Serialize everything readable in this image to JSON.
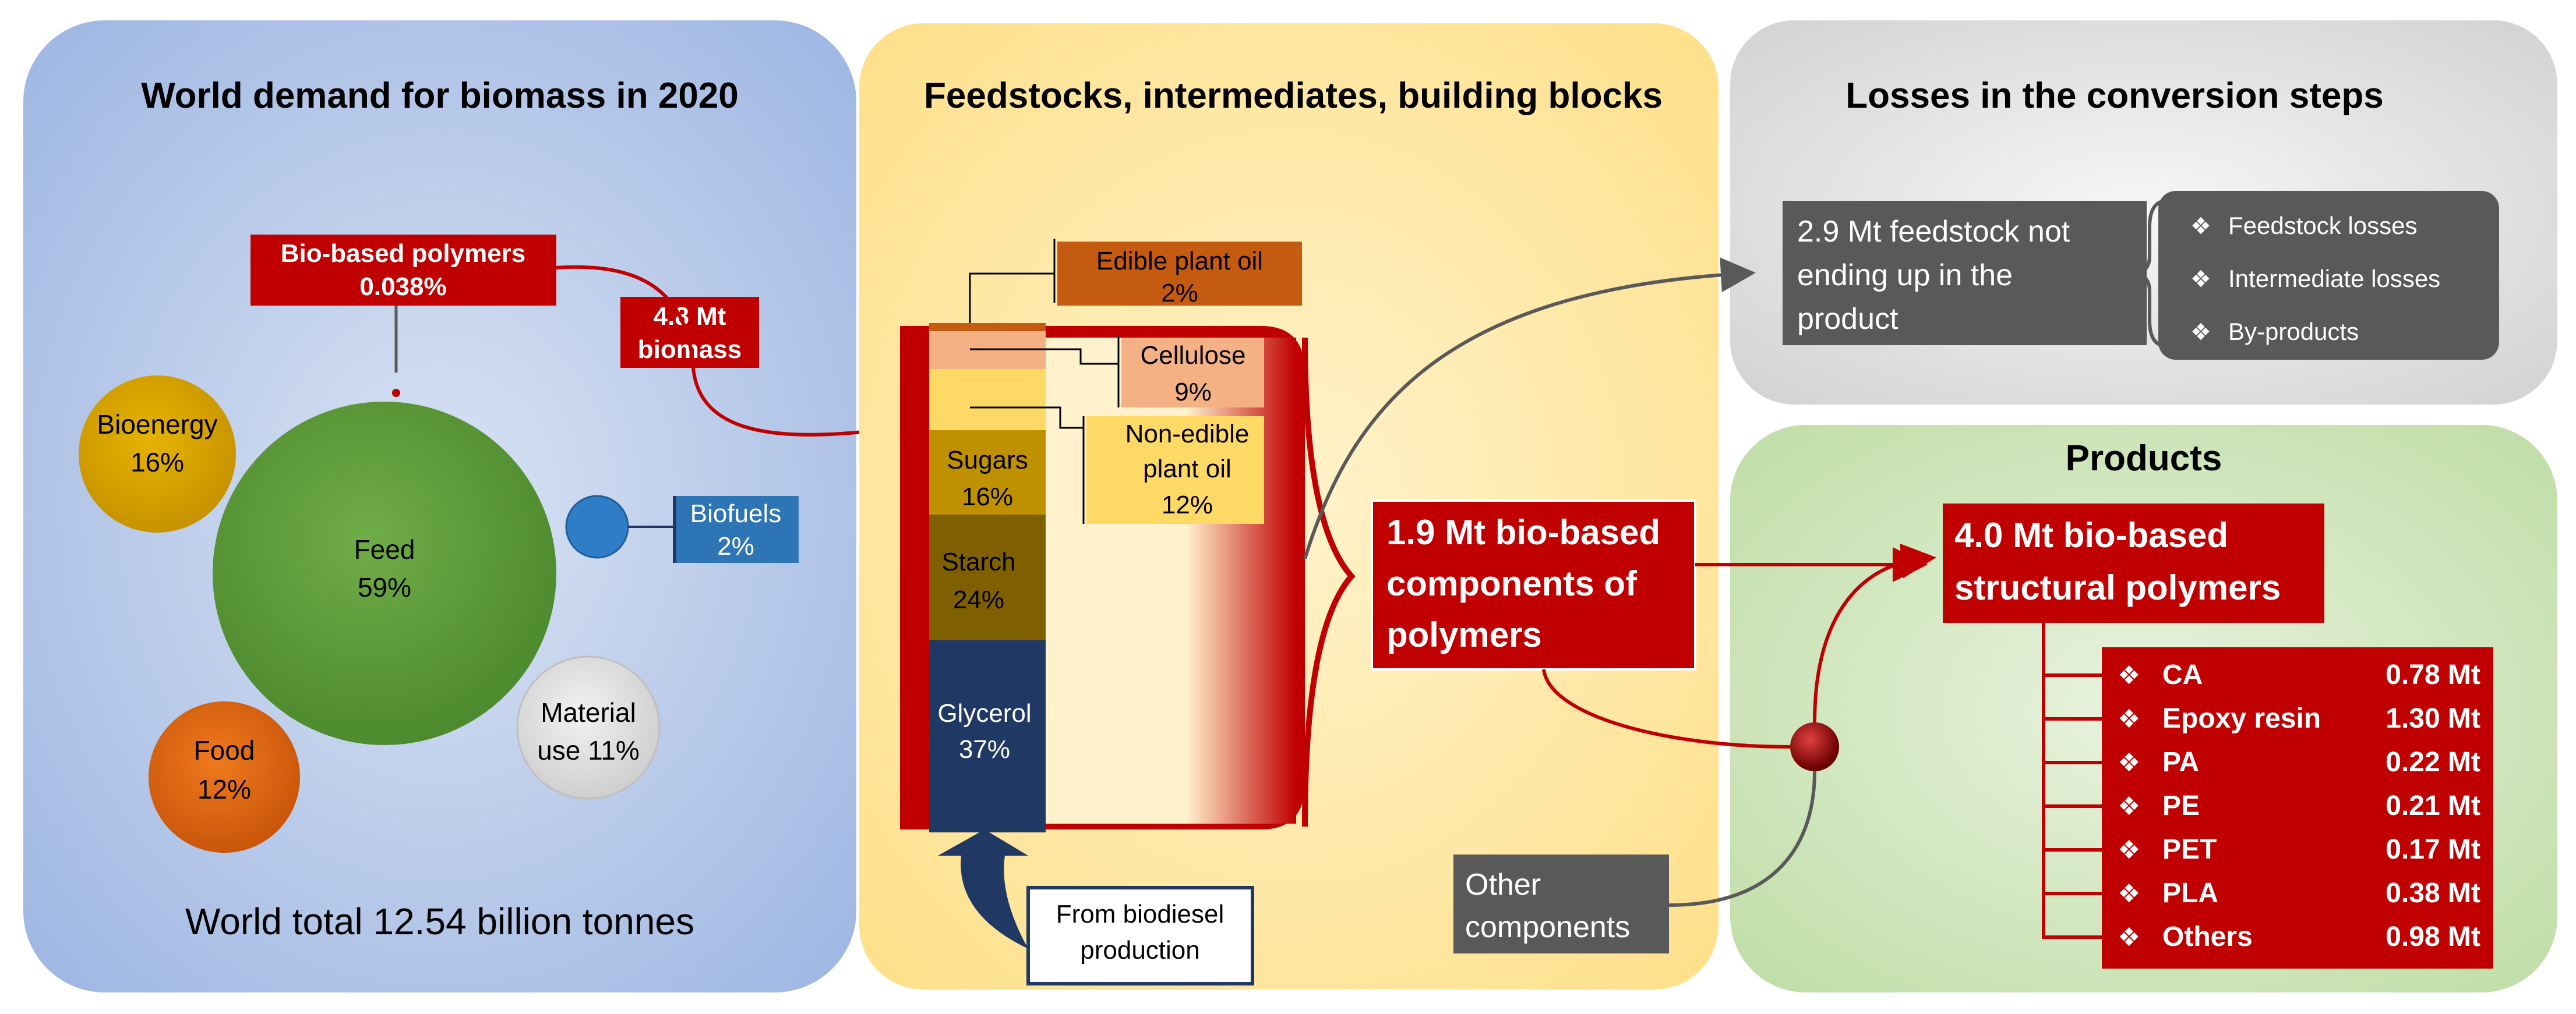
{
  "panels": {
    "demand": {
      "title": "World demand for biomass in 2020",
      "total": "World total 12.54 billion tonnes",
      "bubbles": [
        {
          "label": "Bioenergy",
          "value": "16%",
          "color": "#D9A400"
        },
        {
          "label": "Feed",
          "value": "59%",
          "color": "#5B9B3A"
        },
        {
          "label": "Food",
          "value": "12%",
          "color": "#E2680E"
        },
        {
          "label": "Material",
          "value": "use 11%",
          "color": "#D9D9D9"
        },
        {
          "label": "Biofuels",
          "value": "2%",
          "color": "#2E7DC6"
        }
      ],
      "bio_polymers": {
        "label": "Bio-based polymers",
        "value": "0.038%"
      },
      "biomass": {
        "line1": "4.8 Mt",
        "line2": "biomass"
      }
    },
    "feedstocks": {
      "title": "Feedstocks, intermediates, building blocks",
      "segments": [
        {
          "label": "Edible plant oil",
          "value": "2%",
          "color": "#C55A11"
        },
        {
          "label": "Cellulose",
          "value": "9%",
          "color": "#F4B183"
        },
        {
          "label": "Non-edible",
          "label2": "plant oil",
          "value": "12%",
          "color": "#FFD966"
        },
        {
          "label": "Sugars",
          "value": "16%",
          "color": "#BF9000"
        },
        {
          "label": "Starch",
          "value": "24%",
          "color": "#7F6000"
        },
        {
          "label": "Glycerol",
          "value": "37%",
          "color": "#203864"
        }
      ],
      "source": {
        "line1": "From biodiesel",
        "line2": "production"
      },
      "components": {
        "line1": "1.9 Mt bio-based",
        "line2": "components of",
        "line3": "polymers"
      },
      "other": {
        "line1": "Other",
        "line2": "components"
      }
    },
    "losses": {
      "title": "Losses in the conversion steps",
      "box": {
        "line1": "2.9 Mt feedstock not",
        "line2": "ending up in the",
        "line3": "product"
      },
      "items": [
        "Feedstock losses",
        "Intermediate losses",
        "By-products"
      ]
    },
    "products": {
      "title": "Products",
      "headline": {
        "line1": "4.0 Mt bio-based",
        "line2": "structural polymers"
      },
      "rows": [
        {
          "name": "CA",
          "value": "0.78 Mt"
        },
        {
          "name": "Epoxy resin",
          "value": "1.30 Mt"
        },
        {
          "name": "PA",
          "value": "0.22 Mt"
        },
        {
          "name": "PE",
          "value": "0.21 Mt"
        },
        {
          "name": "PET",
          "value": "0.17 Mt"
        },
        {
          "name": "PLA",
          "value": "0.38 Mt"
        },
        {
          "name": "Others",
          "value": "0.98 Mt"
        }
      ]
    }
  },
  "colors": {
    "accent_red": "#C00000",
    "dark_grey": "#595959",
    "navy": "#1F3864"
  }
}
